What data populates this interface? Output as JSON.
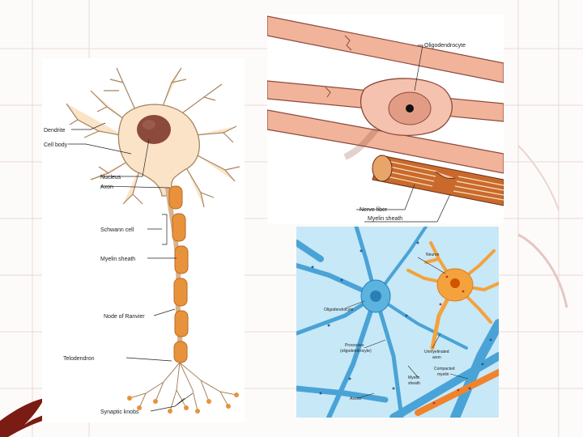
{
  "neuron_panel": {
    "labels": {
      "dendrite": "Dendrite",
      "cell_body": "Cell body",
      "nucleus": "Nucleus",
      "axon": "Axon",
      "schwann_cell": "Schwann cell",
      "myelin_sheath": "Myelin sheath",
      "node_of_ranvier": "Node of Ranvier",
      "telodendron": "Telodendron",
      "synaptic_knobs": "Synaptic knobs"
    }
  },
  "oligo_panel": {
    "labels": {
      "oligodendrocyte": "Oligodendrocyte",
      "nerve_fiber": "Nerve fiber",
      "myelin_sheath": "Myelin sheath"
    }
  },
  "glia_panel": {
    "labels": {
      "neuron": "Neuron",
      "oligodendrocyte": "Oligodendrocyte",
      "processes_line1": "Processes",
      "processes_line2": "(oligodendrocyte)",
      "unmyelinated_line1": "Unmyelinated",
      "unmyelinated_line2": "axon",
      "compacted_line1": "Compacted",
      "compacted_line2": "myelin",
      "myelin_line1": "Myelin",
      "myelin_line2": "sheath",
      "axons": "Axons"
    }
  },
  "colors": {
    "neuron_body": "#fbe3c8",
    "neuron_outline": "#a58560",
    "nucleus": "#8b4a3c",
    "myelin": "#e8923c",
    "oligo_fill": "#f4b5a0",
    "blue_cell": "#5bb3e0",
    "orange_cell": "#f4a23c",
    "decor_red": "#7a1b14"
  }
}
